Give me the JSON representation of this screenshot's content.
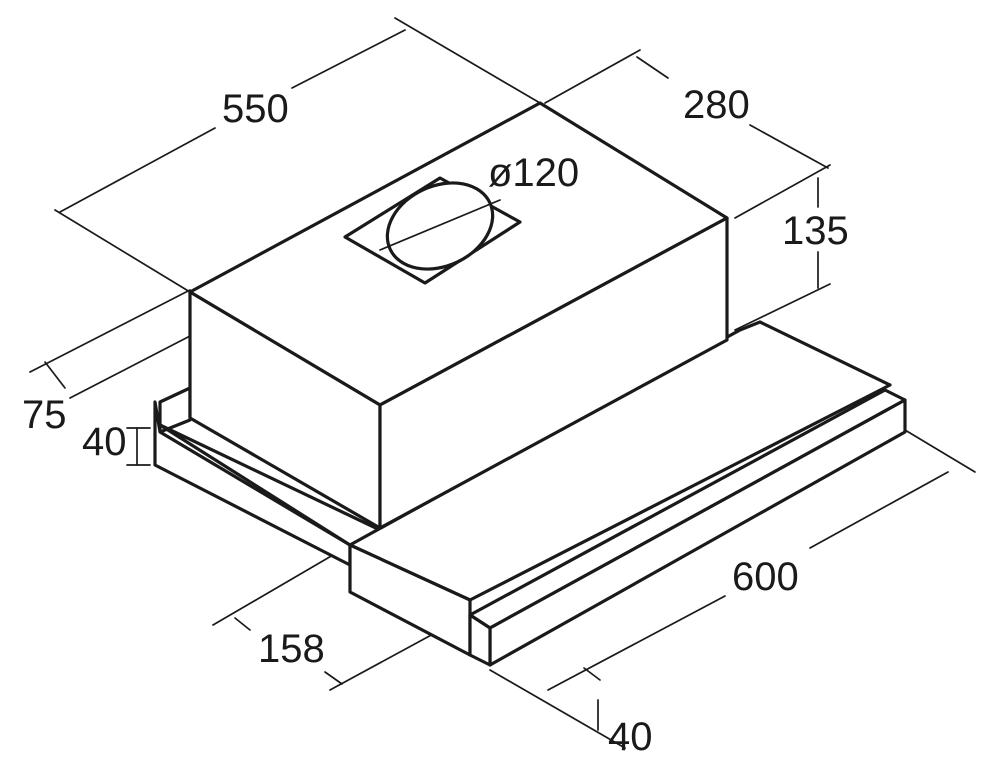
{
  "diagram": {
    "dimensions": {
      "length_550": "550",
      "depth_280": "280",
      "duct_diameter": "ø120",
      "height_135": "135",
      "offset_75": "75",
      "front_40": "40",
      "width_600": "600",
      "depth_158": "158",
      "handle_40": "40"
    },
    "colors": {
      "line": "#1a1a1a",
      "background": "#ffffff"
    }
  }
}
